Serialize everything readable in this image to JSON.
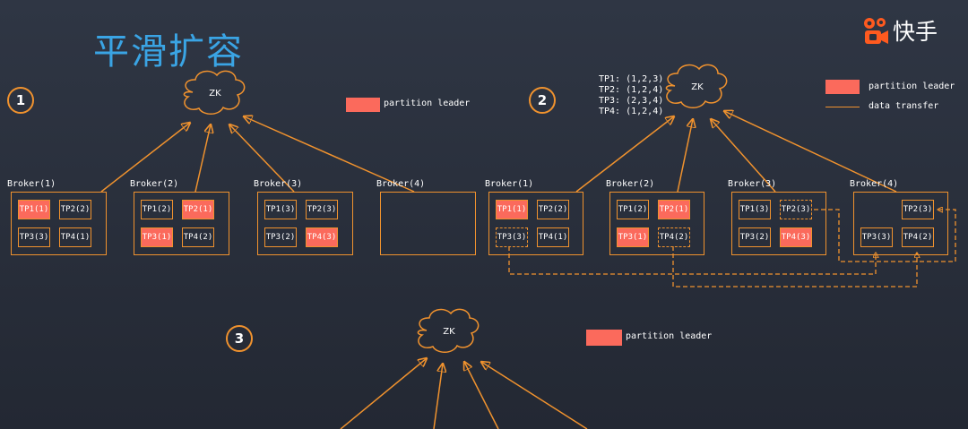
{
  "title": "平滑扩容",
  "logo": {
    "text": "快手",
    "icon": "kuaishou-camera-icon"
  },
  "colors": {
    "accent": "#f0922e",
    "leader": "#fb6a5c",
    "title": "#3aa4e4"
  },
  "legend": {
    "partition_leader": "partition leader",
    "data_transfer": "data transfer"
  },
  "steps": [
    {
      "number": "1",
      "zk": "ZK",
      "brokers": [
        {
          "name": "Broker(1)",
          "partitions": [
            {
              "label": "TP1(1)",
              "leader": true
            },
            {
              "label": "TP2(2)",
              "leader": false
            },
            {
              "label": "TP3(3)",
              "leader": false
            },
            {
              "label": "TP4(1)",
              "leader": false
            }
          ]
        },
        {
          "name": "Broker(2)",
          "partitions": [
            {
              "label": "TP1(2)",
              "leader": false
            },
            {
              "label": "TP2(1)",
              "leader": true
            },
            {
              "label": "TP3(1)",
              "leader": true
            },
            {
              "label": "TP4(2)",
              "leader": false
            }
          ]
        },
        {
          "name": "Broker(3)",
          "partitions": [
            {
              "label": "TP1(3)",
              "leader": false
            },
            {
              "label": "TP2(3)",
              "leader": false
            },
            {
              "label": "TP3(2)",
              "leader": false
            },
            {
              "label": "TP4(3)",
              "leader": true
            }
          ]
        },
        {
          "name": "Broker(4)",
          "partitions": []
        }
      ]
    },
    {
      "number": "2",
      "zk": "ZK",
      "assignments": [
        "TP1: (1,2,3)",
        "TP2: (1,2,4)",
        "TP3: (2,3,4)",
        "TP4: (1,2,4)"
      ],
      "brokers": [
        {
          "name": "Broker(1)",
          "partitions": [
            {
              "label": "TP1(1)",
              "leader": true
            },
            {
              "label": "TP2(2)",
              "leader": false
            },
            {
              "label": "TP3(3)",
              "leader": false,
              "moving": true
            },
            {
              "label": "TP4(1)",
              "leader": false
            }
          ]
        },
        {
          "name": "Broker(2)",
          "partitions": [
            {
              "label": "TP1(2)",
              "leader": false
            },
            {
              "label": "TP2(1)",
              "leader": true
            },
            {
              "label": "TP3(1)",
              "leader": true
            },
            {
              "label": "TP4(2)",
              "leader": false,
              "moving": true
            }
          ]
        },
        {
          "name": "Broker(3)",
          "partitions": [
            {
              "label": "TP1(3)",
              "leader": false
            },
            {
              "label": "TP2(3)",
              "leader": false,
              "moving": true
            },
            {
              "label": "TP3(2)",
              "leader": false
            },
            {
              "label": "TP4(3)",
              "leader": true
            }
          ]
        },
        {
          "name": "Broker(4)",
          "partitions": [
            {
              "label": "TP2(3)",
              "leader": false
            },
            {
              "label": "TP3(3)",
              "leader": false
            },
            {
              "label": "TP4(2)",
              "leader": false
            }
          ]
        }
      ]
    },
    {
      "number": "3",
      "zk": "ZK"
    }
  ]
}
